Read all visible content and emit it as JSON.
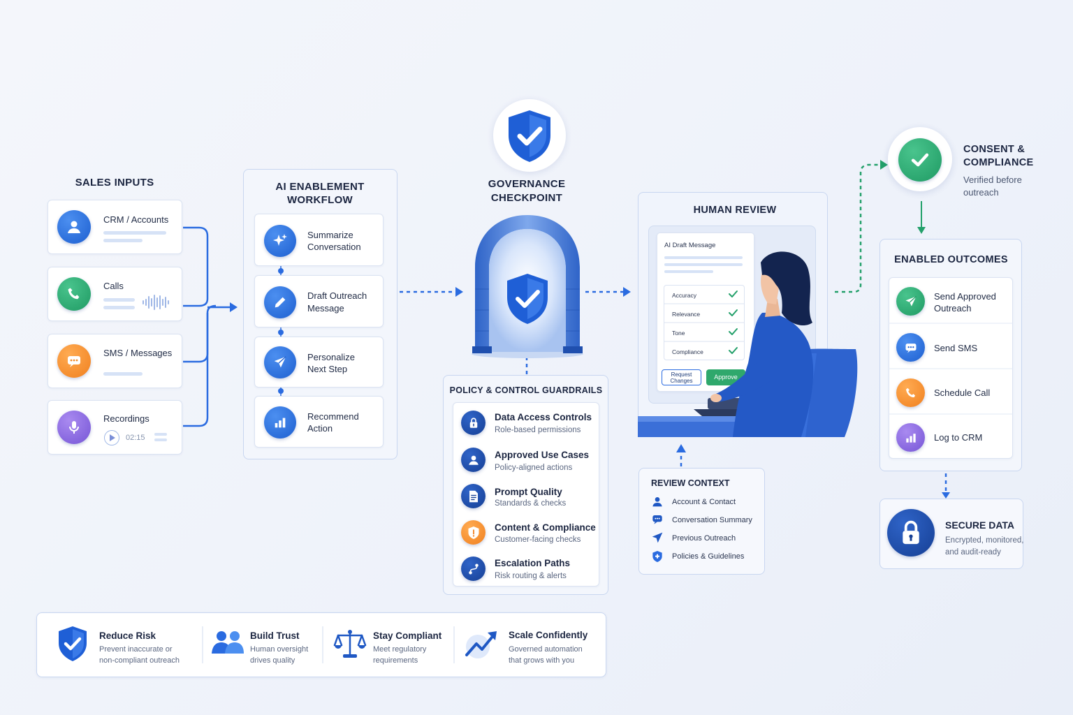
{
  "sales_inputs": {
    "title": "SALES INPUTS",
    "items": [
      {
        "label": "CRM / Accounts",
        "icon": "user-icon",
        "color": "#2a6be0"
      },
      {
        "label": "Calls",
        "icon": "phone-icon",
        "color": "#23a06a"
      },
      {
        "label": "SMS / Messages",
        "icon": "chat-icon",
        "color": "#f28a26"
      },
      {
        "label": "Recordings",
        "icon": "microphone-icon",
        "color": "#8262dd",
        "duration": "02:15"
      }
    ]
  },
  "ai_workflow": {
    "title_line1": "AI ENABLEMENT",
    "title_line2": "WORKFLOW",
    "steps": [
      {
        "line1": "Summarize",
        "line2": "Conversation",
        "icon": "sparkle-icon"
      },
      {
        "line1": "Draft Outreach",
        "line2": "Message",
        "icon": "pencil-icon"
      },
      {
        "line1": "Personalize",
        "line2": "Next Step",
        "icon": "paper-plane-icon"
      },
      {
        "line1": "Recommend",
        "line2": "Action",
        "icon": "bar-chart-icon"
      }
    ]
  },
  "governance": {
    "title_line1": "GOVERNANCE",
    "title_line2": "CHECKPOINT",
    "accent": "#2a6be0"
  },
  "guardrails": {
    "title": "POLICY & CONTROL GUARDRAILS",
    "items": [
      {
        "title": "Data Access Controls",
        "desc": "Role-based permissions",
        "icon": "lock-icon",
        "color": "#1f58c4"
      },
      {
        "title": "Approved Use Cases",
        "desc": "Policy-aligned actions",
        "icon": "user-icon",
        "color": "#1f58c4"
      },
      {
        "title": "Prompt Quality",
        "desc": "Standards & checks",
        "icon": "document-icon",
        "color": "#1f58c4"
      },
      {
        "title": "Content & Compliance",
        "desc": "Customer-facing checks",
        "icon": "alert-shield-icon",
        "color": "#f28a26"
      },
      {
        "title": "Escalation Paths",
        "desc": "Risk routing & alerts",
        "icon": "route-icon",
        "color": "#1f58c4"
      }
    ]
  },
  "human_review": {
    "title": "HUMAN REVIEW",
    "draft_title": "AI Draft Message",
    "checks": [
      "Accuracy",
      "Relevance",
      "Tone",
      "Compliance"
    ],
    "request_line1": "Request",
    "request_line2": "Changes",
    "approve": "Approve"
  },
  "review_context": {
    "title": "REVIEW CONTEXT",
    "items": [
      {
        "label": "Account & Contact",
        "icon": "user-icon"
      },
      {
        "label": "Conversation Summary",
        "icon": "chat-icon"
      },
      {
        "label": "Previous Outreach",
        "icon": "paper-plane-icon"
      },
      {
        "label": "Policies & Guidelines",
        "icon": "shield-icon"
      }
    ]
  },
  "consent": {
    "title_line1": "CONSENT &",
    "title_line2": "COMPLIANCE",
    "desc_line1": "Verified before",
    "desc_line2": "outreach"
  },
  "outcomes": {
    "title": "ENABLED OUTCOMES",
    "items": [
      {
        "line1": "Send Approved",
        "line2": "Outreach",
        "icon": "paper-plane-icon",
        "color": "#23a06a"
      },
      {
        "line1": "Send SMS",
        "line2": "",
        "icon": "chat-icon",
        "color": "#2a6be0"
      },
      {
        "line1": "Schedule Call",
        "line2": "",
        "icon": "phone-icon",
        "color": "#f28a26"
      },
      {
        "line1": "Log to CRM",
        "line2": "",
        "icon": "bar-chart-icon",
        "color": "#8262dd"
      }
    ]
  },
  "secure_data": {
    "title": "SECURE DATA",
    "desc_line1": "Encrypted, monitored,",
    "desc_line2": "and audit-ready"
  },
  "benefits": [
    {
      "title": "Reduce Risk",
      "line1": "Prevent inaccurate or",
      "line2": "non-compliant outreach",
      "icon": "shield-check-icon"
    },
    {
      "title": "Build Trust",
      "line1": "Human oversight",
      "line2": "drives quality",
      "icon": "people-icon"
    },
    {
      "title": "Stay Compliant",
      "line1": "Meet regulatory",
      "line2": "requirements",
      "icon": "scales-icon"
    },
    {
      "title": "Scale Confidently",
      "line1": "Governed automation",
      "line2": "that grows with you",
      "icon": "trend-up-icon"
    }
  ]
}
